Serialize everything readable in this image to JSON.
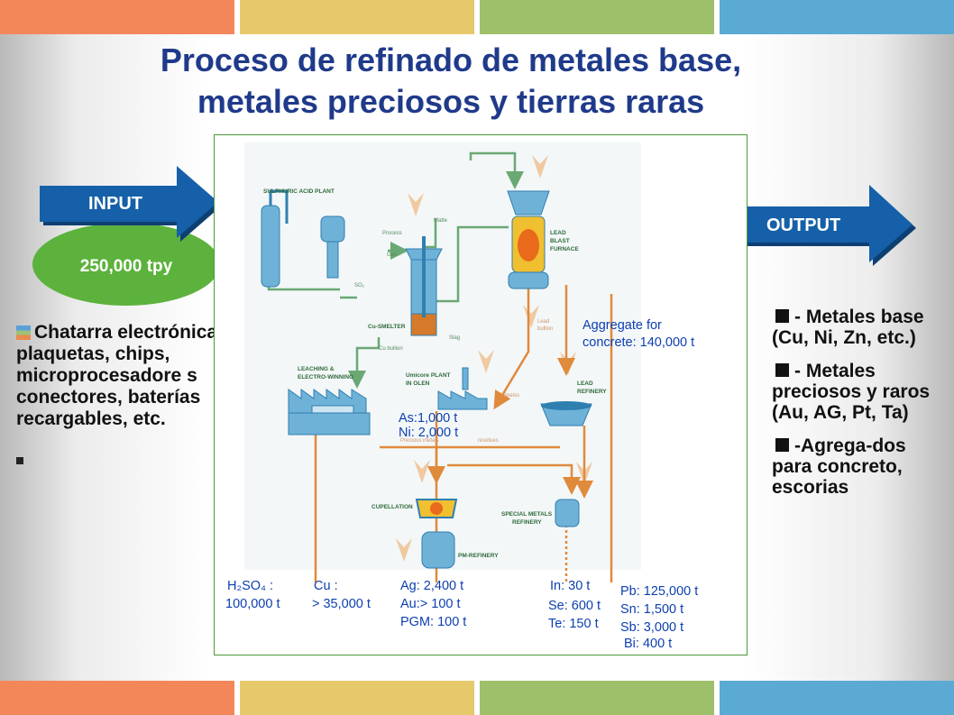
{
  "colors": {
    "band": [
      "#f4875a",
      "#e6c96a",
      "#9fc06b",
      "#5aaad4"
    ],
    "arrow": "#1560a8",
    "ellipse": "#5cb23c",
    "title": "#1f3a8a",
    "frame": "#4a9a3a"
  },
  "title_line1": "Proceso de refinado de metales base,",
  "title_line2": "metales preciosos y tierras raras",
  "input": {
    "label": "INPUT",
    "capacity": "250,000 tpy"
  },
  "output": {
    "label": "OUTPUT"
  },
  "left_text": "Chatarra electrónica: plaquetas, chips, microprocesadore s conectores, baterías recargables, etc.",
  "outputs": [
    "- Metales base (Cu, Ni, Zn, etc.)",
    "- Metales preciosos y raros (Au, AG, Pt, Ta)",
    "-Agrega-dos para concreto, escorias"
  ],
  "diagram": {
    "units": {
      "sulphuric": "SULPHURIC ACID PLANT",
      "blast_1": "LEAD",
      "blast_2": "BLAST",
      "blast_3": "FURNACE",
      "smelter": "Cu-SMELTER",
      "leaching_1": "LEACHING &",
      "leaching_2": "ELECTRO-WINNING",
      "umicore_1": "Umicore PLANT",
      "umicore_2": "IN OLEN",
      "lead_ref_1": "LEAD",
      "lead_ref_2": "REFINERY",
      "cupellation": "CUPELLATION",
      "special_1": "SPECIAL METALS",
      "special_2": "REFINERY",
      "pm": "PM-REFINERY"
    },
    "flows": {
      "process": "Process",
      "gas": "Gas",
      "matte": "Matte",
      "so2": "SO₂",
      "slag": "Slag",
      "cu_bullion": "Cu bullion",
      "lead_bullion_1": "Lead",
      "lead_bullion_2": "bullion",
      "speiss": "Speiss",
      "precious": "Precious metals",
      "residues": "residues"
    },
    "aggregate_1": "Aggregate for",
    "aggregate_2": "concrete: 140,000 t",
    "as": "As:1,000 t",
    "ni": "Ni: 2,000 t",
    "out_h2so4_1": "H₂SO₄ :",
    "out_h2so4_2": "100,000 t",
    "out_cu_1": "Cu :",
    "out_cu_2": "> 35,000 t",
    "out_ag": "Ag: 2,400 t",
    "out_au": "Au:> 100 t",
    "out_pgm": "PGM: 100 t",
    "out_in": "In: 30 t",
    "out_se": "Se: 600 t",
    "out_te": "Te: 150 t",
    "out_pb": "Pb: 125,000 t",
    "out_sn": "Sn: 1,500 t",
    "out_sb": "Sb: 3,000 t",
    "out_bi": "Bi:  400 t"
  }
}
